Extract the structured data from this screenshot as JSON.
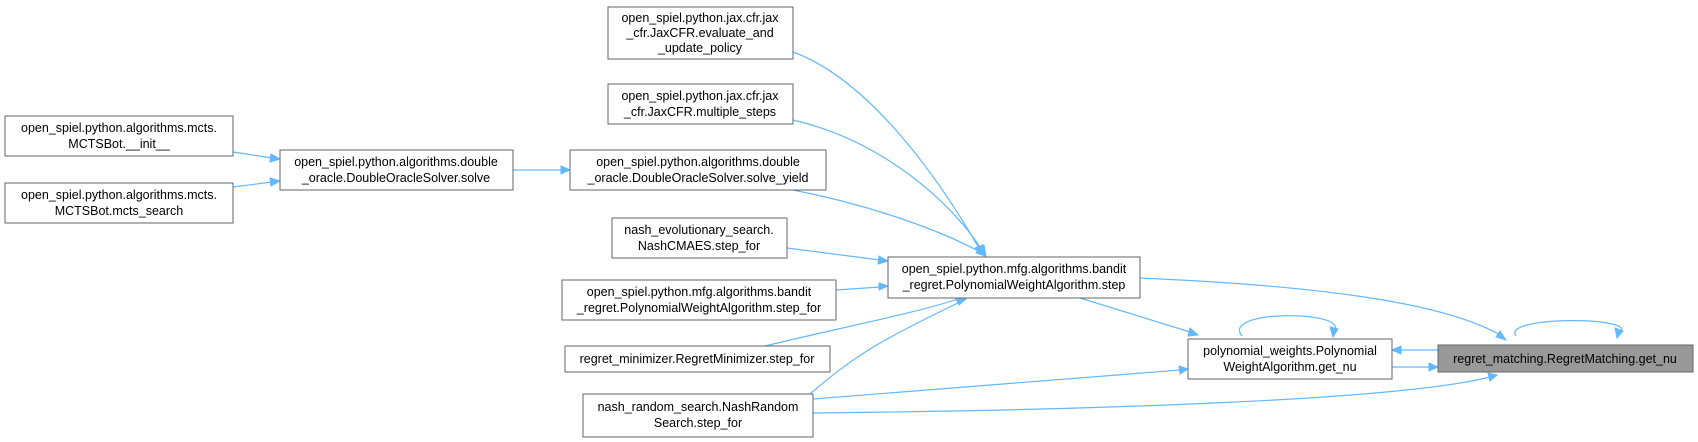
{
  "colors": {
    "edge": "#63b8ff",
    "node_border": "#666666",
    "focus_fill": "#999999",
    "node_fill": "#ffffff"
  },
  "nodes": {
    "n_jax_eval": {
      "lines": [
        "open_spiel.python.jax.cfr.jax",
        "_cfr.JaxCFR.evaluate_and",
        "_update_policy"
      ]
    },
    "n_jax_multi": {
      "lines": [
        "open_spiel.python.jax.cfr.jax",
        "_cfr.JaxCFR.multiple_steps"
      ]
    },
    "n_mcts_init": {
      "lines": [
        "open_spiel.python.algorithms.mcts.",
        "MCTSBot.__init__"
      ]
    },
    "n_mcts_search": {
      "lines": [
        "open_spiel.python.algorithms.mcts.",
        "MCTSBot.mcts_search"
      ]
    },
    "n_do_solve": {
      "lines": [
        "open_spiel.python.algorithms.double",
        "_oracle.DoubleOracleSolver.solve"
      ]
    },
    "n_do_yield": {
      "lines": [
        "open_spiel.python.algorithms.double",
        "_oracle.DoubleOracleSolver.solve_yield"
      ]
    },
    "n_nash_evo": {
      "lines": [
        "nash_evolutionary_search.",
        "NashCMAES.step_for"
      ]
    },
    "n_bandit_stepfor": {
      "lines": [
        "open_spiel.python.mfg.algorithms.bandit",
        "_regret.PolynomialWeightAlgorithm.step_for"
      ]
    },
    "n_regret_min": {
      "lines": [
        "regret_minimizer.RegretMinimizer.step_for"
      ]
    },
    "n_nash_random": {
      "lines": [
        "nash_random_search.NashRandom",
        "Search.step_for"
      ]
    },
    "n_bandit_step": {
      "lines": [
        "open_spiel.python.mfg.algorithms.bandit",
        "_regret.PolynomialWeightAlgorithm.step"
      ]
    },
    "n_poly_getnu": {
      "lines": [
        "polynomial_weights.Polynomial",
        "WeightAlgorithm.get_nu"
      ]
    },
    "n_rm_getnu": {
      "lines": [
        "regret_matching.RegretMatching.get_nu"
      ]
    }
  }
}
